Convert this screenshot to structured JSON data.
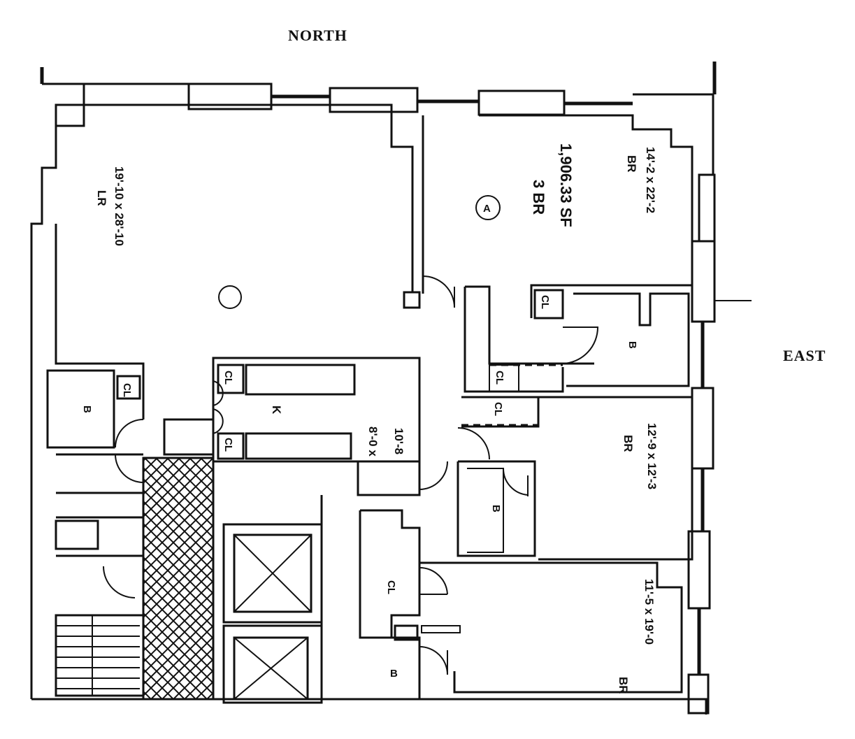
{
  "compass": {
    "north": "NORTH",
    "east": "EAST"
  },
  "unit": {
    "badge": "A",
    "type": "3 BR",
    "area": "1,906.33 SF"
  },
  "rooms": {
    "lr_label": "LR",
    "lr_dims": "19'-10 x 28'-10",
    "br_ne_label": "BR",
    "br_ne_dims": "14'-2 x 22'-2",
    "br_mid_label": "BR",
    "br_mid_dims": "12'-9 x 12'-3",
    "br_se_label": "BR",
    "br_se_dims": "11'-5 x 19'-0",
    "kitchen_label": "K",
    "kitchen_dims_a": "8'-0 x",
    "kitchen_dims_b": "10'-8",
    "bath_west": "B",
    "bath_ne": "B",
    "bath_mid": "B",
    "bath_south": "B",
    "cl_1": "CL",
    "cl_2": "CL",
    "cl_3": "CL",
    "cl_4": "CL",
    "cl_5": "CL",
    "cl_6": "CL",
    "cl_7": "CL"
  },
  "colors": {
    "ink": "#111111",
    "paper": "#ffffff"
  }
}
